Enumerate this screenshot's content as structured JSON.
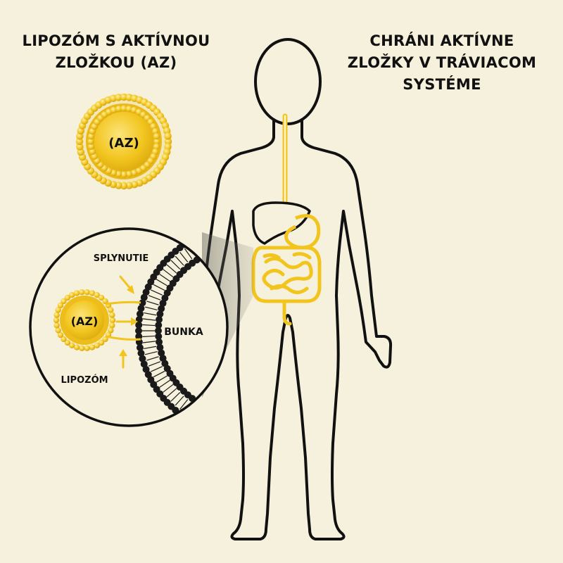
{
  "titles": {
    "left": [
      "LIPOZÓM S AKTÍVNOU",
      "ZLOŽKOU (AZ)"
    ],
    "right": [
      "CHRÁNI AKTÍVNE",
      "ZLOŽKY V TRÁVIACOM",
      "SYSTÉME"
    ]
  },
  "liposome_badge_label": "(AZ)",
  "inset": {
    "liposome_label": "(AZ)",
    "fusion_label": "SPLYNUTIE",
    "cell_label": "BUNKA",
    "liposome_caption": "LIPOZÓM"
  },
  "colors": {
    "background": "#f6f1dc",
    "accent_yellow": "#f2c51e",
    "accent_yellow_dark": "#d9a60f",
    "outline": "#111111",
    "membrane_black": "#1a1a1a"
  }
}
